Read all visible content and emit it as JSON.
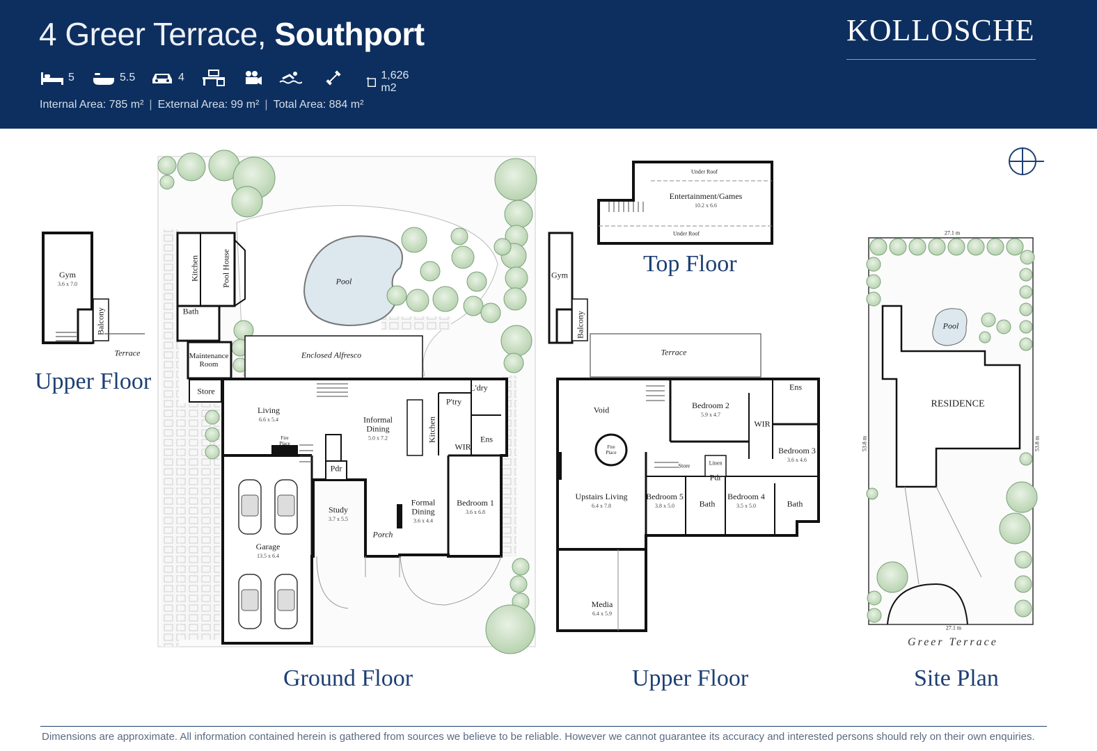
{
  "header": {
    "address_light": "4 Greer Terrace,",
    "address_bold": "Southport",
    "brand": "KOLLOSCHE",
    "features": [
      {
        "icon": "bed-icon",
        "value": "5"
      },
      {
        "icon": "bath-icon",
        "value": "5.5"
      },
      {
        "icon": "car-icon",
        "value": "4"
      },
      {
        "icon": "study-desk-icon",
        "value": ""
      },
      {
        "icon": "media-projector-icon",
        "value": ""
      },
      {
        "icon": "pool-swimmer-icon",
        "value": ""
      },
      {
        "icon": "gym-dumbbell-icon",
        "value": ""
      },
      {
        "icon": "land-area-icon",
        "value": "1,626 m2"
      }
    ],
    "areas": {
      "internal": "Internal Area:  785 m²",
      "external": "External Area: 99 m²",
      "total": "Total Area: 884 m²"
    }
  },
  "plans": {
    "upper_floor_left": {
      "label": "Upper Floor",
      "rooms": [
        {
          "name": "Gym",
          "dim": "3.6 x 7.0"
        },
        {
          "name": "Balcony",
          "dim": ""
        },
        {
          "name": "Terrace",
          "dim": ""
        }
      ]
    },
    "ground_floor": {
      "label": "Ground Floor",
      "rooms": [
        {
          "name": "Pool",
          "dim": ""
        },
        {
          "name": "Kitchen",
          "dim": ""
        },
        {
          "name": "Pool House",
          "dim": ""
        },
        {
          "name": "Bath",
          "dim": ""
        },
        {
          "name": "Maintenance Room",
          "dim": ""
        },
        {
          "name": "Store",
          "dim": ""
        },
        {
          "name": "Enclosed Alfresco",
          "dim": ""
        },
        {
          "name": "Living",
          "dim": "6.6 x 5.4"
        },
        {
          "name": "Informal Dining",
          "dim": "5.0 x 7.2"
        },
        {
          "name": "Kitchen",
          "dim": ""
        },
        {
          "name": "P'try",
          "dim": ""
        },
        {
          "name": "L'dry",
          "dim": ""
        },
        {
          "name": "WIR",
          "dim": ""
        },
        {
          "name": "Ens",
          "dim": ""
        },
        {
          "name": "Pdr",
          "dim": ""
        },
        {
          "name": "Study",
          "dim": "3.7 x 5.5"
        },
        {
          "name": "Formal Dining",
          "dim": "3.6 x 4.4"
        },
        {
          "name": "Bedroom 1",
          "dim": "3.6 x 6.8"
        },
        {
          "name": "Porch",
          "dim": ""
        },
        {
          "name": "Garage",
          "dim": "13.5 x 6.4"
        },
        {
          "name": "Fire Place",
          "dim": ""
        }
      ]
    },
    "top_floor": {
      "label": "Top Floor",
      "rooms": [
        {
          "name": "Entertainment/Games",
          "dim": "10.2 x 6.6"
        },
        {
          "name": "Under Roof",
          "dim": ""
        },
        {
          "name": "Under Roof",
          "dim": ""
        }
      ]
    },
    "upper_floor": {
      "label": "Upper Floor",
      "rooms": [
        {
          "name": "Gym",
          "dim": ""
        },
        {
          "name": "Balcony",
          "dim": ""
        },
        {
          "name": "Terrace",
          "dim": ""
        },
        {
          "name": "Void",
          "dim": ""
        },
        {
          "name": "Bedroom 2",
          "dim": "5.9 x 4.7"
        },
        {
          "name": "WIR",
          "dim": ""
        },
        {
          "name": "Ens",
          "dim": ""
        },
        {
          "name": "Bedroom 3",
          "dim": "3.6 x 4.6"
        },
        {
          "name": "Upstairs Living",
          "dim": "6.4 x 7.8"
        },
        {
          "name": "Bedroom 5",
          "dim": "3.8 x 5.0"
        },
        {
          "name": "Bath",
          "dim": ""
        },
        {
          "name": "Pdr",
          "dim": ""
        },
        {
          "name": "Linen",
          "dim": ""
        },
        {
          "name": "Store",
          "dim": ""
        },
        {
          "name": "Bedroom 4",
          "dim": "3.5 x 5.0"
        },
        {
          "name": "Bath",
          "dim": ""
        },
        {
          "name": "Media",
          "dim": "6.4 x 5.9"
        },
        {
          "name": "Fire Place",
          "dim": ""
        }
      ]
    },
    "site_plan": {
      "label": "Site Plan",
      "street": "Greer Terrace",
      "residence": "RESIDENCE",
      "pool": "Pool",
      "dims": {
        "top": "27.1 m",
        "bottom": "27.1 m",
        "left": "53.8 m",
        "right": "53.8 m"
      }
    }
  },
  "disclaimer": "Dimensions are approximate.  All information contained herein is gathered from sources we believe to be reliable.  However we cannot guarantee its accuracy and interested persons should rely on their own enquiries."
}
